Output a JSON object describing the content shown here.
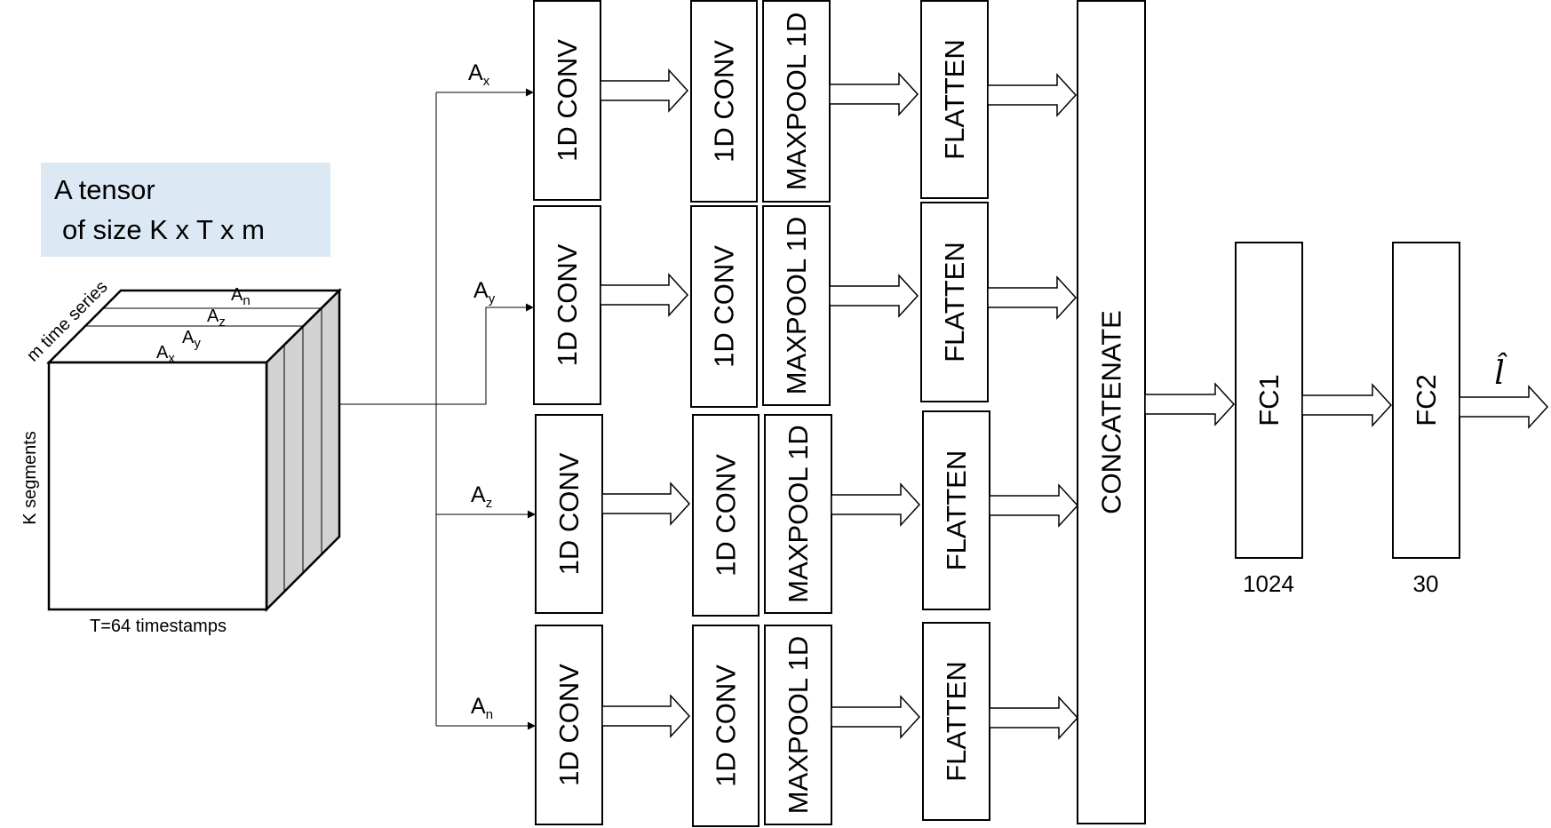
{
  "tensor": {
    "title_line1": "A tensor",
    "title_line2": "of size K x T x m",
    "depth_label": "m time series",
    "height_label": "K segments",
    "width_label": "T=64 timestamps",
    "slices": [
      {
        "base": "A",
        "sub": "x"
      },
      {
        "base": "A",
        "sub": "y"
      },
      {
        "base": "A",
        "sub": "z"
      },
      {
        "base": "A",
        "sub": "n"
      }
    ]
  },
  "branches": [
    {
      "input_base": "A",
      "input_sub": "x",
      "conv1": "1D CONV",
      "conv2": "1D CONV",
      "pool": "MAXPOOL 1D",
      "flatten": "FLATTEN"
    },
    {
      "input_base": "A",
      "input_sub": "y",
      "conv1": "1D CONV",
      "conv2": "1D CONV",
      "pool": "MAXPOOL 1D",
      "flatten": "FLATTEN"
    },
    {
      "input_base": "A",
      "input_sub": "z",
      "conv1": "1D CONV",
      "conv2": "1D CONV",
      "pool": "MAXPOOL 1D",
      "flatten": "FLATTEN"
    },
    {
      "input_base": "A",
      "input_sub": "n",
      "conv1": "1D CONV",
      "conv2": "1D CONV",
      "pool": "MAXPOOL 1D",
      "flatten": "FLATTEN"
    }
  ],
  "concat": {
    "label": "CONCATENATE"
  },
  "fc1": {
    "label": "FC1",
    "size": "1024"
  },
  "fc2": {
    "label": "FC2",
    "size": "30"
  },
  "output": {
    "label": "l̂"
  },
  "colors": {
    "title_box": "#dce9f5",
    "cube_side": "#d3d3d3",
    "stroke": "#000000"
  }
}
